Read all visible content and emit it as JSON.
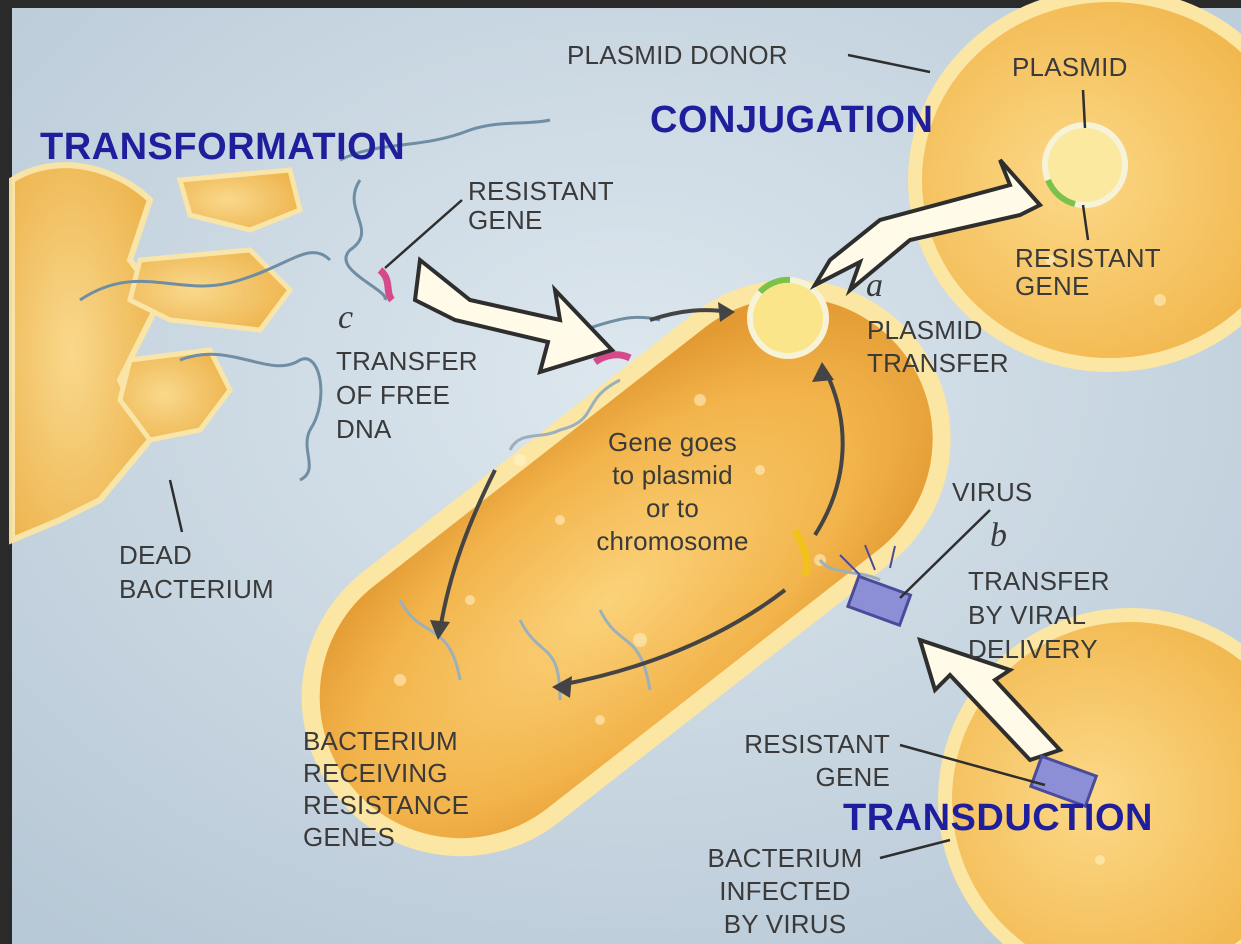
{
  "headings": {
    "transformation": "TRANSFORMATION",
    "conjugation": "CONJUGATION",
    "transduction": "TRANSDUCTION"
  },
  "labels": {
    "plasmid_donor": "PLASMID DONOR",
    "plasmid": "PLASMID",
    "resistant_gene_top": "RESISTANT\nGENE",
    "resistant_gene_right": "RESISTANT\nGENE",
    "resistant_gene_bottom": "RESISTANT\nGENE",
    "letter_c": "c",
    "transfer_free_dna": "TRANSFER\nOF FREE\nDNA",
    "letter_a": "a",
    "plasmid_transfer": "PLASMID\nTRANSFER",
    "gene_goes": "Gene goes\nto plasmid\nor to\nchromosome",
    "virus": "VIRUS",
    "letter_b": "b",
    "transfer_viral": "TRANSFER\nBY VIRAL\nDELIVERY",
    "dead_bacterium": "DEAD\nBACTERIUM",
    "bacterium_receiving": "BACTERIUM\nRECEIVING\nRESISTANCE\nGENES",
    "bacterium_infected": "BACTERIUM\nINFECTED\nBY VIRUS"
  },
  "colors": {
    "heading": "#1f1f9e",
    "label": "#3a3a3a",
    "background": "#c9d8e4",
    "cell_fill": "#f2b84a",
    "cell_rim": "#fbe6a4"
  }
}
